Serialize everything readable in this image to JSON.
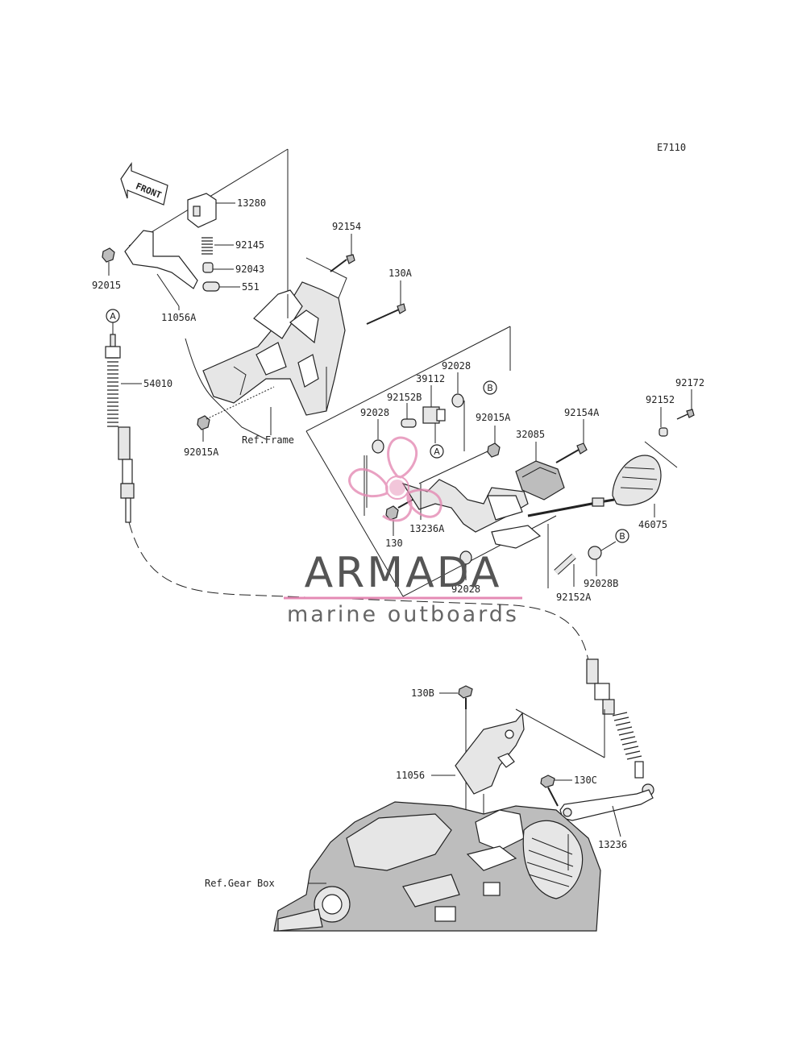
{
  "diagram_code": "E7110",
  "front_label": "FRONT",
  "parts": {
    "p13280": "13280",
    "p92145": "92145",
    "p92043": "92043",
    "p551": "551",
    "p92015": "92015",
    "p11056A": "11056A",
    "p92154": "92154",
    "p130A": "130A",
    "p54010": "54010",
    "p92015A_left": "92015A",
    "p39112": "39112",
    "p92028_top": "92028",
    "p92152B": "92152B",
    "p92028_left": "92028",
    "p92015A_right": "92015A",
    "p92154A": "92154A",
    "p32085": "32085",
    "p92152": "92152",
    "p92172": "92172",
    "p46075": "46075",
    "p130": "130",
    "p13236A": "13236A",
    "p92028_bottom": "92028",
    "p92028B": "92028B",
    "p92152A": "92152A",
    "p130B": "130B",
    "p11056": "11056",
    "p130C": "130C",
    "p13236": "13236"
  },
  "refs": {
    "frame": "Ref.Frame",
    "gear_box": "Ref.Gear Box"
  },
  "markers": {
    "a": "A",
    "b": "B"
  },
  "watermark": {
    "title": "ARMADA",
    "subtitle": "marine outboards",
    "accent_color": "#e48ab4"
  }
}
